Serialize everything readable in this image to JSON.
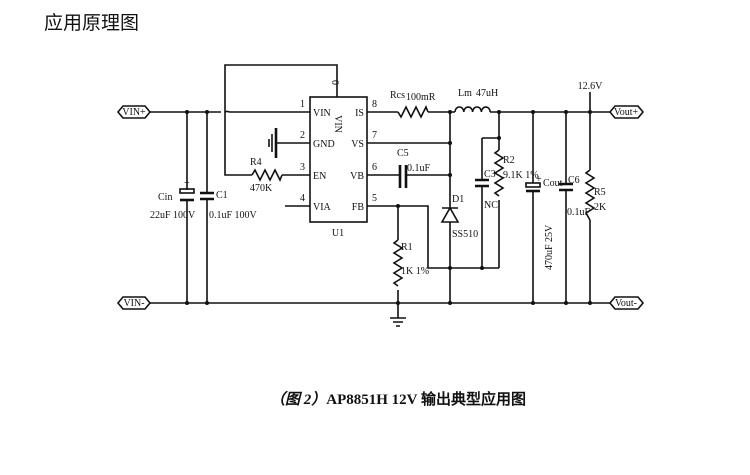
{
  "title": "应用原理图",
  "caption": {
    "figure": "（图 2）",
    "text": "AP8851H 12V 输出典型应用图"
  },
  "ports": {
    "vin_plus": "VIN+",
    "vin_minus": "VIN-",
    "vout_plus": "Vout+",
    "vout_minus": "Vout-",
    "vout_voltage": "12.6V"
  },
  "ic": {
    "ref": "U1",
    "body_label": "VIN",
    "pins_left": [
      {
        "num": "1",
        "name": "VIN"
      },
      {
        "num": "2",
        "name": "GND"
      },
      {
        "num": "3",
        "name": "EN"
      },
      {
        "num": "4",
        "name": "VIA"
      }
    ],
    "pins_right": [
      {
        "num": "8",
        "name": "IS"
      },
      {
        "num": "7",
        "name": "VS"
      },
      {
        "num": "6",
        "name": "VB"
      },
      {
        "num": "5",
        "name": "FB"
      }
    ],
    "pin_top": "0"
  },
  "components": {
    "cin": {
      "ref": "Cin",
      "value": "22uF 100V"
    },
    "c1": {
      "ref": "C1",
      "value": "0.1uF 100V"
    },
    "r4": {
      "ref": "R4",
      "value": "470K"
    },
    "rcs": {
      "ref": "Rcs",
      "value": "100mR"
    },
    "lm": {
      "ref": "Lm",
      "value": "47uH"
    },
    "c5": {
      "ref": "C5",
      "value": "0.1uF"
    },
    "d1": {
      "ref": "D1",
      "value": "SS510"
    },
    "c3": {
      "ref": "C3",
      "value": "NC"
    },
    "r2": {
      "ref": "R2",
      "value": "9.1K 1%"
    },
    "r1": {
      "ref": "R1",
      "value": "1K 1%"
    },
    "cout": {
      "ref": "Cout",
      "value": "470uF 25V"
    },
    "c6": {
      "ref": "C6",
      "value": "0.1uF"
    },
    "r5": {
      "ref": "R5",
      "value": "2K"
    }
  }
}
